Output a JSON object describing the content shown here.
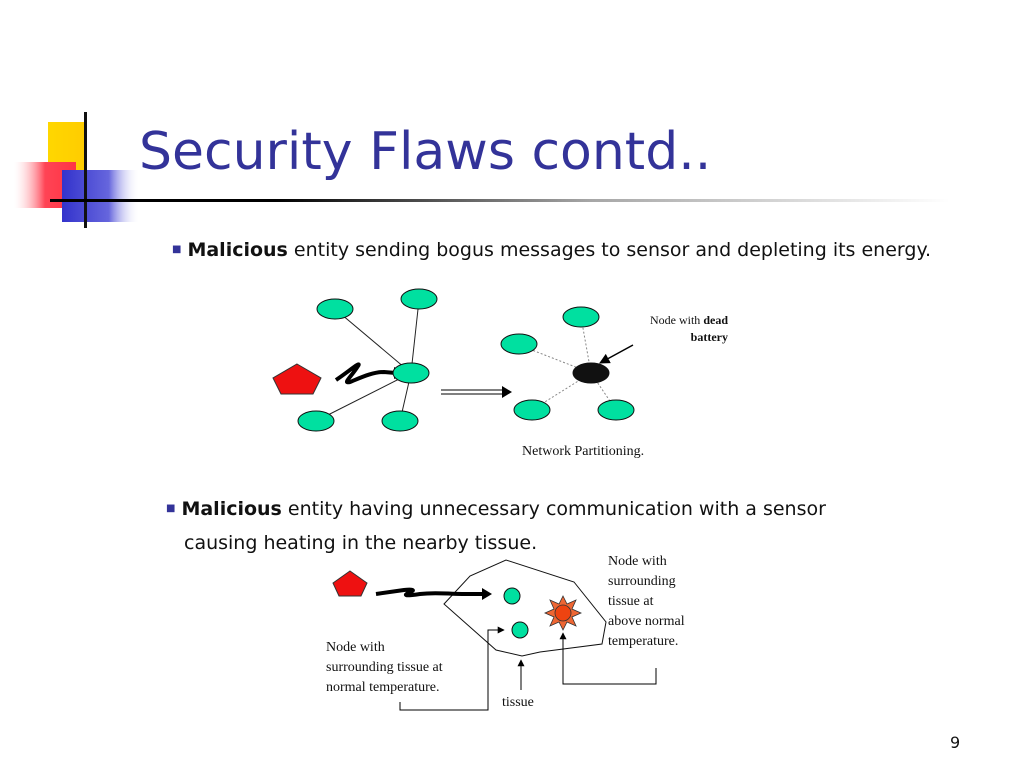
{
  "slide": {
    "title": "Security Flaws contd..",
    "page_number": "9"
  },
  "bullet1": {
    "bold": "Malicious",
    "rest": " entity sending bogus messages to sensor and depleting its energy."
  },
  "diagram1": {
    "dead_label_prefix": "Node with ",
    "dead_label_bold1": "dead",
    "dead_label_bold2": "battery",
    "caption": "Network Partitioning."
  },
  "bullet2": {
    "bold": "Malicious",
    "line1_rest": " entity  having unnecessary communication with a sensor",
    "line2": "causing heating in the nearby tissue."
  },
  "diagram2": {
    "hot_label": [
      "Node with",
      "surrounding",
      "tissue at",
      "above normal",
      "temperature."
    ],
    "normal_label": [
      "Node with",
      "surrounding tissue at",
      "normal temperature."
    ],
    "tissue_label": "tissue"
  },
  "colors": {
    "title": "#333399",
    "node_fill": "#00e0a0",
    "attacker_fill": "#ee1111",
    "dead_node": "#111111",
    "hot_node": "#ee4411"
  }
}
